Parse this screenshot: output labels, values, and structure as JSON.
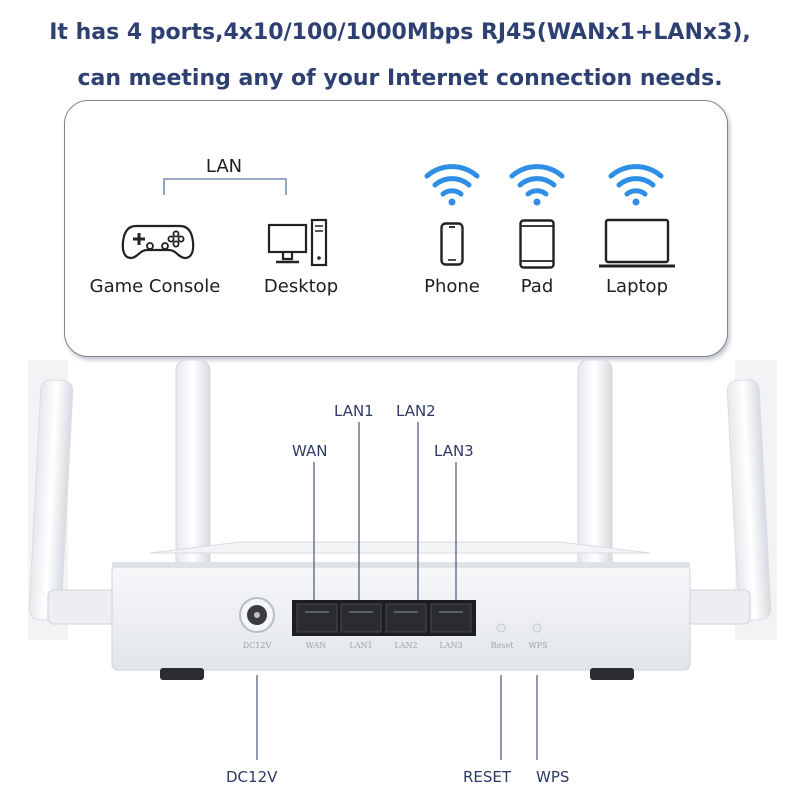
{
  "headline": {
    "line1": "It has 4 ports,4x10/100/1000Mbps RJ45(WANx1+LANx3),",
    "line2": "can meeting any of your Internet connection needs."
  },
  "diagram": {
    "lan_label": "LAN",
    "wired_devices": [
      {
        "label": "Game Console",
        "icon": "gamepad-icon"
      },
      {
        "label": "Desktop",
        "icon": "desktop-icon"
      }
    ],
    "wireless_devices": [
      {
        "label": "Phone",
        "icon": "phone-icon"
      },
      {
        "label": "Pad",
        "icon": "tablet-icon"
      },
      {
        "label": "Laptop",
        "icon": "laptop-icon"
      }
    ],
    "wifi_color": "#2f8ee6"
  },
  "router": {
    "callouts": {
      "wan": "WAN",
      "lan1": "LAN1",
      "lan2": "LAN2",
      "lan3": "LAN3",
      "dc": "DC12V",
      "reset": "RESET",
      "wps": "WPS"
    },
    "panel_labels": {
      "dc": "DC12V",
      "wan": "WAN",
      "lan1": "LAN1",
      "lan2": "LAN2",
      "lan3": "LAN3",
      "reset": "Reset",
      "wps": "WPS"
    }
  }
}
